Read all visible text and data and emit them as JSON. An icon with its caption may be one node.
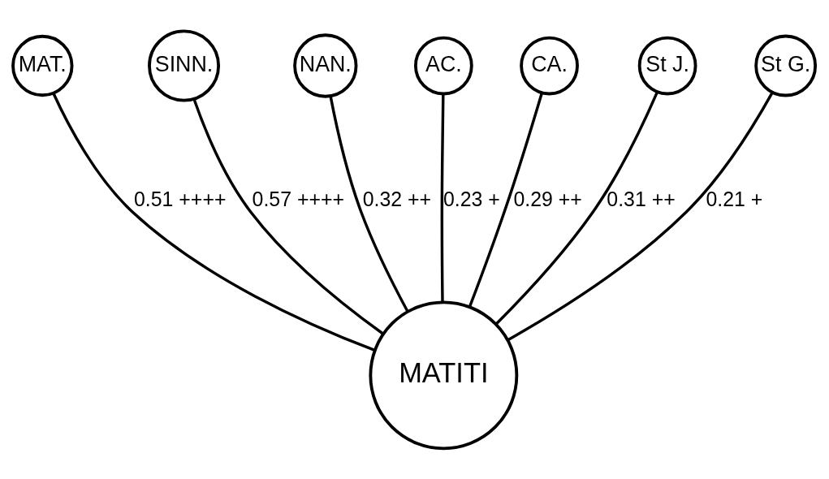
{
  "diagram": {
    "nodes": [
      {
        "text": [
          "MAT."
        ]
      },
      {
        "text": [
          "SINN."
        ]
      },
      {
        "text": [
          "NAN."
        ]
      },
      {
        "text": [
          "AC."
        ]
      },
      {
        "text": [
          "CA."
        ]
      },
      {
        "text": [
          "St J."
        ]
      },
      {
        "text": [
          "MATITI"
        ]
      },
      {
        "text": [
          "St G."
        ]
      }
    ],
    "edges": [
      {
        "from": 6,
        "to": 5,
        "arrow": "none",
        "label": "0.31 ++"
      },
      {
        "from": 6,
        "to": 3,
        "arrow": "none",
        "label": "0.23 +"
      },
      {
        "from": 6,
        "to": 1,
        "arrow": "none",
        "label": "0.57 ++++"
      },
      {
        "from": 6,
        "to": 0,
        "arrow": "none",
        "label": "0.51 ++++"
      },
      {
        "from": 6,
        "to": 2,
        "arrow": "none",
        "label": "0.32 ++"
      },
      {
        "from": 6,
        "to": 4,
        "arrow": "none",
        "label": "0.29 ++"
      },
      {
        "from": 6,
        "to": 7,
        "arrow": "none",
        "label": "0.21 +"
      }
    ]
  }
}
